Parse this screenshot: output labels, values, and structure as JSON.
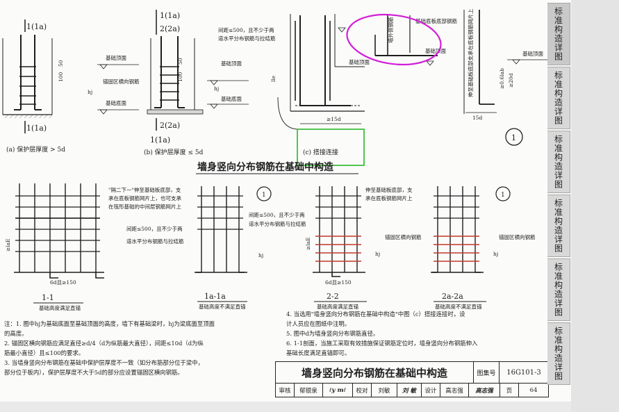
{
  "sidebar": {
    "tabs": [
      "标准构造详图",
      "标准构造详图",
      "标准构造详图",
      "标准构造详图",
      "标准构造详图",
      "标准构造详图"
    ]
  },
  "top": {
    "sec1_top": "1(1a)",
    "sec1_bot": "1(1a)",
    "sec2_top_a": "1(1a)",
    "sec2_top_b": "2(2a)",
    "sec2_bot": "2(2a)",
    "sec2_bot2": "1(1a)",
    "base_top": "基础顶面",
    "anchor_bars": "锚固区横向钢筋",
    "base_bottom": "基础底面",
    "dim_50": "50",
    "dim_100": "100",
    "hj": "hj",
    "spacing_note_1": "间距≤500，且不少于两",
    "spacing_note_2": "道水平分布钢筋与拉结筋",
    "lle": "lle",
    "dim_15d": "≥15d",
    "caption_a": "(a) 保护层厚度 > 5d",
    "caption_b": "(b) 保护层厚度 ≤ 5d",
    "caption_c": "(c) 搭接连接",
    "base_top_c": "基础顶面",
    "base_bottom_rebar": "基础底板底部钢筋",
    "wall_rebar": "墙外侧钢筋",
    "base_top_right": "基础顶面",
    "extend_note": "伸至基础板底部支承在底板钢筋网片上",
    "dim_06lab": "≥0.6lab",
    "dim_20d": "≥20d",
    "dim_15d_b": "15d",
    "circle_label": "1"
  },
  "main_title": "墙身竖向分布钢筋在基础中构造",
  "middle": {
    "note_alt_1": "\"隔二下一\"伸至基础板底部，支",
    "note_alt_2": "承在底板钢筋网片上，也可支承",
    "note_alt_3": "在筏形基础的中间层钢筋网片上",
    "note_spacing_1": "间距≤500，且不少于两",
    "note_spacing_2": "道水平分布钢筋与拉结筋",
    "note_spacing_3": "间距≤500，且不少于两",
    "note_spacing_4": "道水平分布钢筋与拉结筋",
    "note_extend_1": "伸至基础板底部，支",
    "note_extend_2": "承在底板钢筋网片上",
    "anchor_bars_2": "锚固区横向钢筋",
    "anchor_bars_3": "锚固区横向钢筋",
    "lae": "≥laE",
    "hj": "hj",
    "dim_6d_150": "6d且≥150",
    "circle_label": "1",
    "sec_1": "1-1",
    "sec_1_sub": "基础高度满足直锚",
    "sec_1a": "1a-1a",
    "sec_1a_sub": "基础高度不满足直锚",
    "sec_2": "2-2",
    "sec_2_sub": "基础高度满足直锚",
    "sec_2a": "2a-2a",
    "sec_2a_sub": "基础高度不满足直锚"
  },
  "notes_left": [
    "注：1. 图中hj为基础底面至基础顶面的高度，墙下有基础梁时，hj为梁底面至顶面",
    "      的高度。",
    "   2. 锚固区横向钢筋应满足直径≥d/4（d为纵筋最大直径），间距≤10d（d为纵",
    "      筋最小直径）且≤100的要求。",
    "   3. 当墙身竖向分布钢筋在基础中保护层厚度不一致（如分布筋部分位于梁中，",
    "      部分位于板内），保护层厚度不大于5d的部分应设置锚固区横向钢筋。"
  ],
  "notes_right": [
    "4. 当选用\"墙身竖向分布钢筋在基础中构造\"中图（c）搭接连接时，设",
    "   计人员应在图纸中注明。",
    "5. 图中d为墙身竖向分布钢筋直径。",
    "6. 1-1剖面，当施工采取有效措施保证钢筋定位时，墙身竖向分布钢筋伸入",
    "   基础长度满足直锚即可。"
  ],
  "titleblock": {
    "title": "墙身竖向分布钢筋在基础中构造",
    "atlas_label": "图集号",
    "atlas_value": "16G101-3",
    "review_label": "审核",
    "review_name": "郁银泉",
    "check_label": "校对",
    "check_name": "刘敏",
    "design_label": "设计",
    "design_name": "高志强",
    "page_label": "页",
    "page_value": "64"
  },
  "colors": {
    "line": "#1d1d1d",
    "highlight_magenta": "#d21fd8",
    "highlight_green": "#3fbf3f",
    "anchor_red": "#c0392b",
    "tab_bg": "#d8d8d8"
  }
}
